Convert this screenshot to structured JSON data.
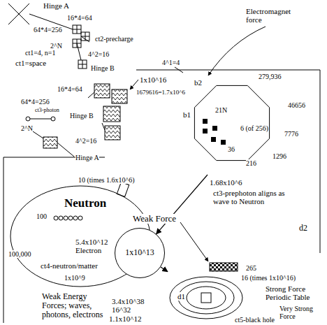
{
  "diagram": {
    "nodes": [
      {
        "text": [
          "279,936",
          "46656",
          "7776",
          "1296",
          "216",
          "36",
          "6 (of 256)",
          "21N"
        ]
      },
      {
        "text": [
          "1x10^13"
        ]
      },
      {
        "text": [
          "d1"
        ]
      }
    ],
    "edges": [
      {
        "from": 0,
        "to": 1,
        "arrow": "to"
      },
      {
        "from": 1,
        "to": 2,
        "arrow": "to"
      }
    ],
    "labels": [
      "Hinge A",
      "16*4=64",
      "64*4=256",
      "ct2-precharge",
      "2^N",
      "4^2=16",
      "ct1=4, n=1",
      "ct1=space",
      "Hinge B",
      "Electromagnet force",
      "4^1=4",
      "1x10^16",
      "16*4=64",
      "64*4=256",
      "ct3-photon",
      "2^N",
      "4^2=16",
      "Hinge B",
      "Hinge A",
      "b2",
      "b1",
      "1679616=1.7x10^6",
      "1.68x10^6",
      "ct3-prephoton aligns as wave to Neutron",
      "100",
      "10 (times 1.6x10^6)",
      "Neutron",
      "Weak Force",
      "5.4x10^12 Electron",
      "100,000",
      "ct4-neutron/matter",
      "1x10^9",
      "Weak Energy Forces; waves, photons, electrons",
      "d2",
      "265",
      "16 (times 1x10^16)",
      "Strong Force Periodic Table",
      "Very Strong Force",
      "3.4x10^38 16^32",
      "1.1x10^12",
      "ct5-black hole"
    ]
  }
}
